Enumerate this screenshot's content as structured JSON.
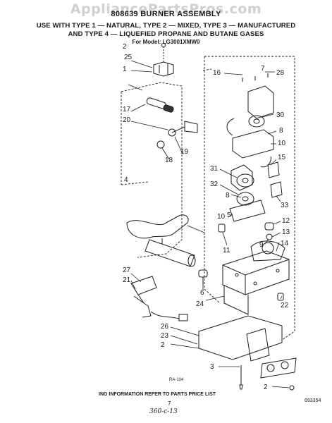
{
  "watermark": "AppliancePartsPros.com",
  "title": "808639 BURNER ASSEMBLY",
  "subtitle_line1": "USE WITH TYPE 1 — NATURAL, TYPE 2 — MIXED, TYPE 3 — MANUFACTURED",
  "subtitle_line2": "AND TYPE 4 — LIQUEFIED PROPANE AND BUTANE GASES",
  "model_line": "For Model: LG3001XMW0",
  "diagram_code": "RA-104",
  "footer_note": "ING INFORMATION REFER TO PARTS PRICE LIST",
  "page_number": "7",
  "handwritten_note": "360-c-13",
  "document_number": "693354",
  "callouts": {
    "c2a": "2",
    "c25": "25",
    "c1": "1",
    "c17": "17",
    "c20": "20",
    "c19": "19",
    "c18": "18",
    "c4": "4",
    "c27": "27",
    "c21": "21",
    "c6": "6",
    "c26": "26",
    "c23": "23",
    "c2b": "2",
    "c3": "3",
    "c2c": "2",
    "c24": "24",
    "c16": "16",
    "c7": "7",
    "c28": "28",
    "c30": "30",
    "c8a": "8",
    "c10a": "10",
    "c15": "15",
    "c31": "31",
    "c32": "32",
    "c8b": "8",
    "c33": "33",
    "c10b": "10",
    "c5": "5",
    "c11": "11",
    "c12": "12",
    "c13": "13",
    "c9": "9",
    "c14": "14",
    "c22": "22"
  },
  "colors": {
    "ink": "#1a1a1a",
    "watermark": "#d0d0d0"
  }
}
